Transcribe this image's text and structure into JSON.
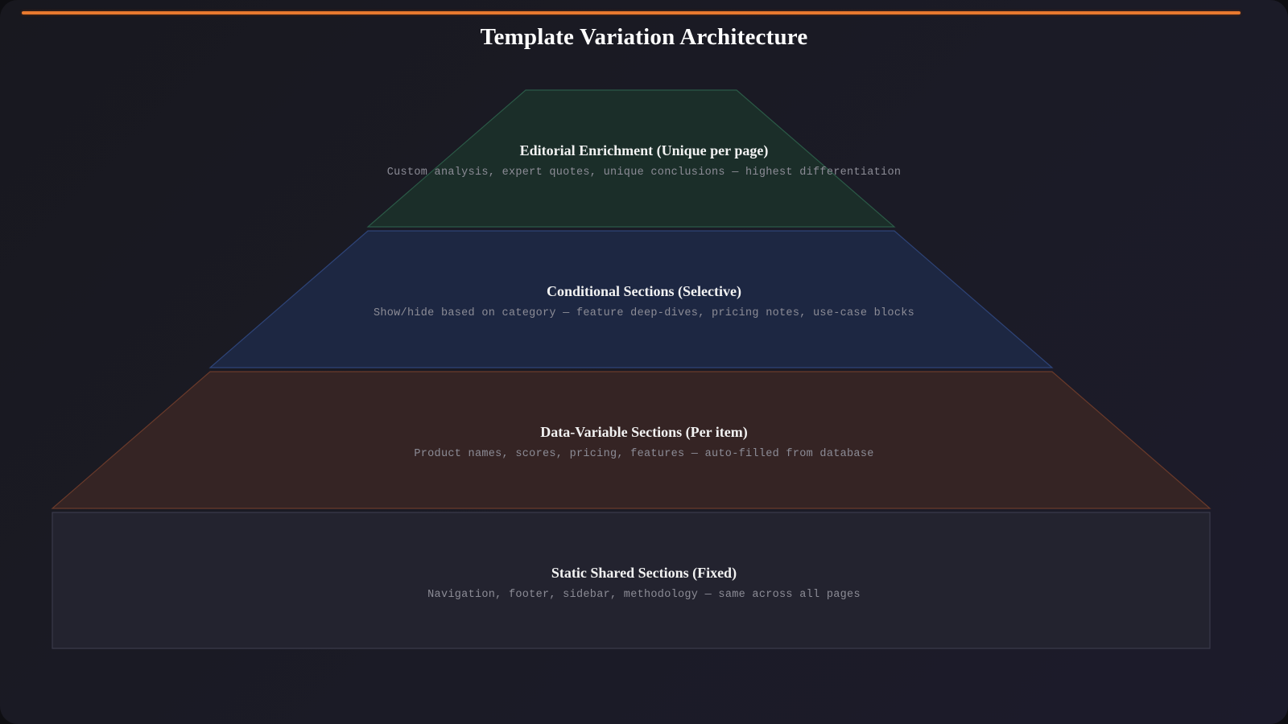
{
  "diagram": {
    "title": "Template Variation Architecture",
    "accent_color": "#e8792f",
    "background_color": "#1a1a22",
    "layers": [
      {
        "level": 1,
        "position": "top",
        "shape": "trapezoid",
        "title": "Editorial Enrichment (Unique per page)",
        "description": "Custom analysis, expert quotes, unique conclusions — highest differentiation",
        "fill_color": "#1b2e29",
        "stroke_color": "#2b5a47"
      },
      {
        "level": 2,
        "position": "second",
        "shape": "trapezoid",
        "title": "Conditional Sections (Selective)",
        "description": "Show/hide based on category — feature deep-dives, pricing notes, use-case blocks",
        "fill_color": "#1d2742",
        "stroke_color": "#2e4478"
      },
      {
        "level": 3,
        "position": "third",
        "shape": "trapezoid",
        "title": "Data-Variable Sections (Per item)",
        "description": "Product names, scores, pricing, features — auto-filled from database",
        "fill_color": "#352424",
        "stroke_color": "#6a3a2a"
      },
      {
        "level": 4,
        "position": "base",
        "shape": "rectangle",
        "title": "Static Shared Sections (Fixed)",
        "description": "Navigation, footer, sidebar, methodology — same across all pages",
        "fill_color": "#23232f",
        "stroke_color": "#3a3a4a"
      }
    ]
  }
}
